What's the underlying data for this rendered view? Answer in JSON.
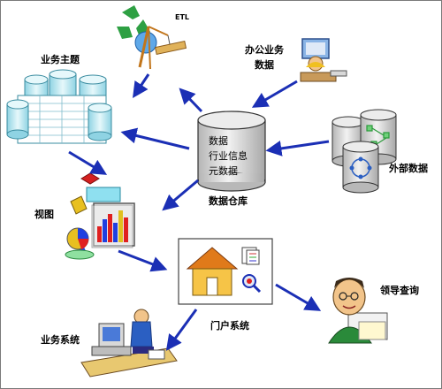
{
  "labels": {
    "etl": "ETL",
    "office_data_line1": "办公业务",
    "office_data_line2": "数据",
    "business_topic": "业务主题",
    "warehouse_line1": "数据",
    "warehouse_line2": "行业信息",
    "warehouse_line3": "元数据",
    "warehouse_caption": "数据仓库",
    "external_data": "外部数据",
    "view": "视图",
    "portal_system": "门户系统",
    "leader_query": "领导查询",
    "business_system": "业务系统"
  },
  "colors": {
    "arrow": "#1b2fb5",
    "cylinder_fill": "#d9d9d9",
    "cylinder_stroke": "#333333",
    "table_cyan": "#bfeaf2",
    "portal_house_roof": "#e07a1a",
    "portal_house_wall": "#f6c447"
  },
  "icons": [
    "recycle-icon",
    "crane-icon",
    "office-worker-icon",
    "table-cylinders-icon",
    "warehouse-cylinder-icon",
    "external-database-icon",
    "chart-view-icon",
    "portal-window-icon",
    "leader-person-icon",
    "desk-computer-icon"
  ]
}
